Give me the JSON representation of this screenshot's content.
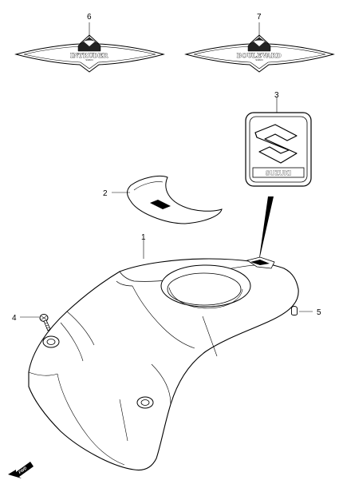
{
  "callouts": {
    "c1": "1",
    "c2": "2",
    "c3": "3",
    "c4": "4",
    "c5": "5",
    "c6": "6",
    "c7": "7"
  },
  "emblems": {
    "intruder": "INTRUDER",
    "boulevard": "BOULEVARD",
    "sub": "SUZUKI",
    "brand": "SUZUKI"
  },
  "direction": {
    "fwd": "FWD"
  }
}
